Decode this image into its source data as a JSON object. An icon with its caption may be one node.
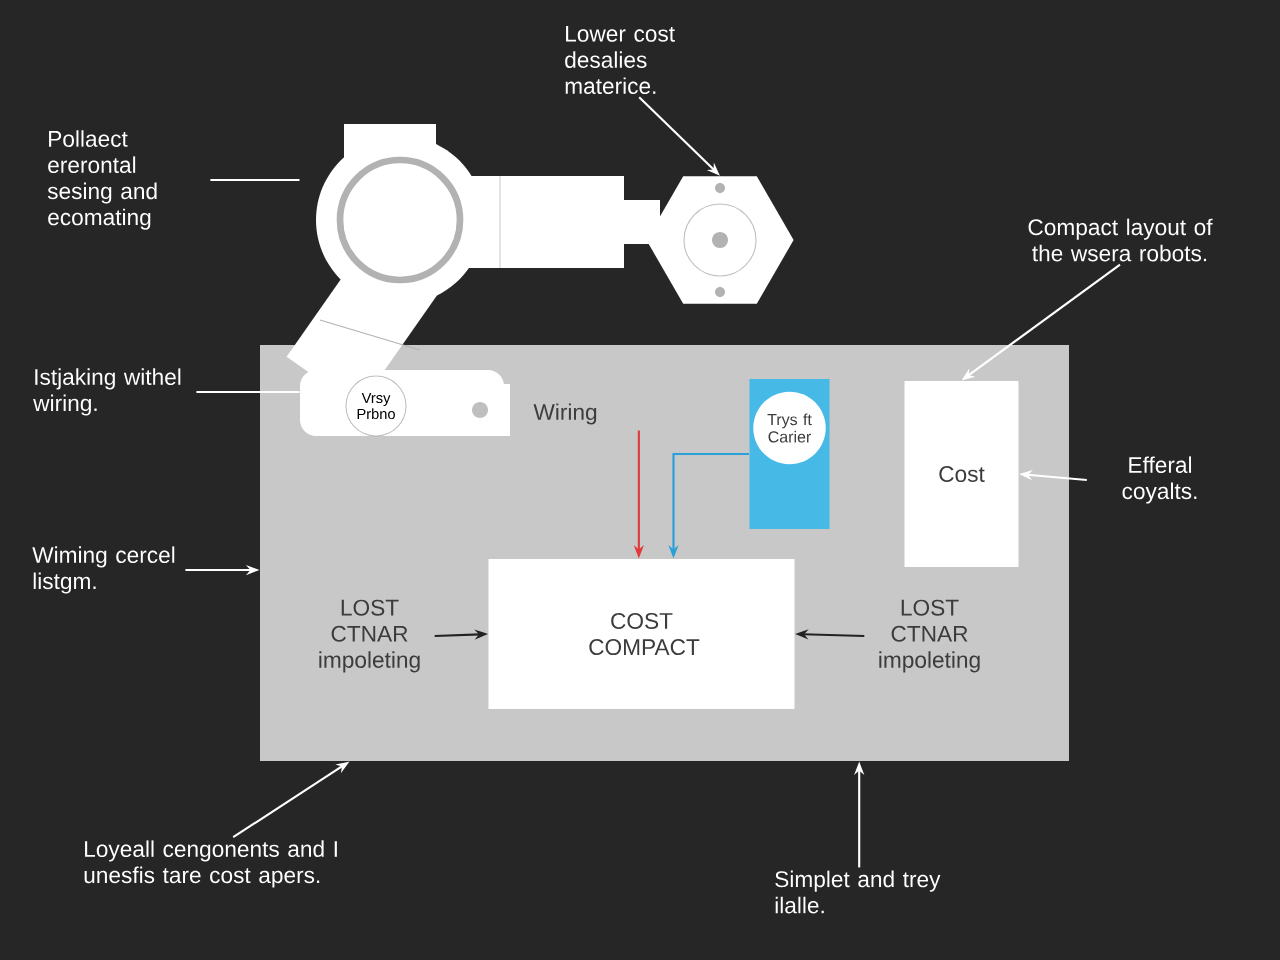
{
  "diagram": {
    "nodes": [
      {
        "text": [],
        "shape": "box"
      },
      {
        "text": [],
        "shape": "picture"
      },
      {
        "text": [],
        "shape": "picture"
      },
      {
        "text": [
          "COST COMPACT"
        ],
        "in": 0
      },
      {
        "text": [
          "LOST CTNAR impoleting"
        ],
        "in": 0
      },
      {
        "text": [
          "LOST CTNAR impoleting"
        ],
        "in": 0
      },
      {
        "text": [
          "Cost"
        ],
        "in": 0
      },
      {
        "text": [
          "Trys ft Carier"
        ],
        "in": 0
      },
      {
        "text": [
          "Pollaect ererontal sesing and ecomating"
        ]
      },
      {
        "text": [
          "Lower cost desalies materice."
        ]
      },
      {
        "text": [
          "Compact layout of the wsera robots."
        ]
      },
      {
        "text": [
          "Istjaking withel wiring."
        ]
      },
      {
        "text": [
          "Efferal coyalts."
        ]
      },
      {
        "text": [
          "Wiming cercel listgm."
        ]
      },
      {
        "text": [
          "Loyeall cengonents and I unesfis tare cost apers."
        ]
      },
      {
        "text": [
          "Simplet and trey ilalle."
        ]
      },
      {
        "text": [
          "Vrsy Prbno"
        ]
      }
    ],
    "edges": [
      {
        "from": 8,
        "to": 1,
        "arrow": "none"
      },
      {
        "from": 9,
        "to": 2,
        "arrow": "to"
      },
      {
        "from": 10,
        "to": 6,
        "arrow": "to"
      },
      {
        "from": 11,
        "to": 1,
        "arrow": "none"
      },
      {
        "from": 12,
        "to": 6,
        "arrow": "to"
      },
      {
        "from": 13,
        "to": 0,
        "arrow": "to"
      },
      {
        "from": 14,
        "to": 0,
        "arrow": "to"
      },
      {
        "from": 15,
        "to": 0,
        "arrow": "to"
      },
      {
        "from": 4,
        "to": 3,
        "arrow": "to",
        "color": "#222222"
      },
      {
        "from": 5,
        "to": 3,
        "arrow": "to",
        "color": "#222222"
      },
      {
        "from": 1,
        "to": 3,
        "arrow": "to",
        "color": "#e03a3a"
      },
      {
        "from": 7,
        "to": 3,
        "arrow": "to",
        "color": "#2a9fd8"
      }
    ],
    "labels": [
      "Wiring"
    ]
  }
}
